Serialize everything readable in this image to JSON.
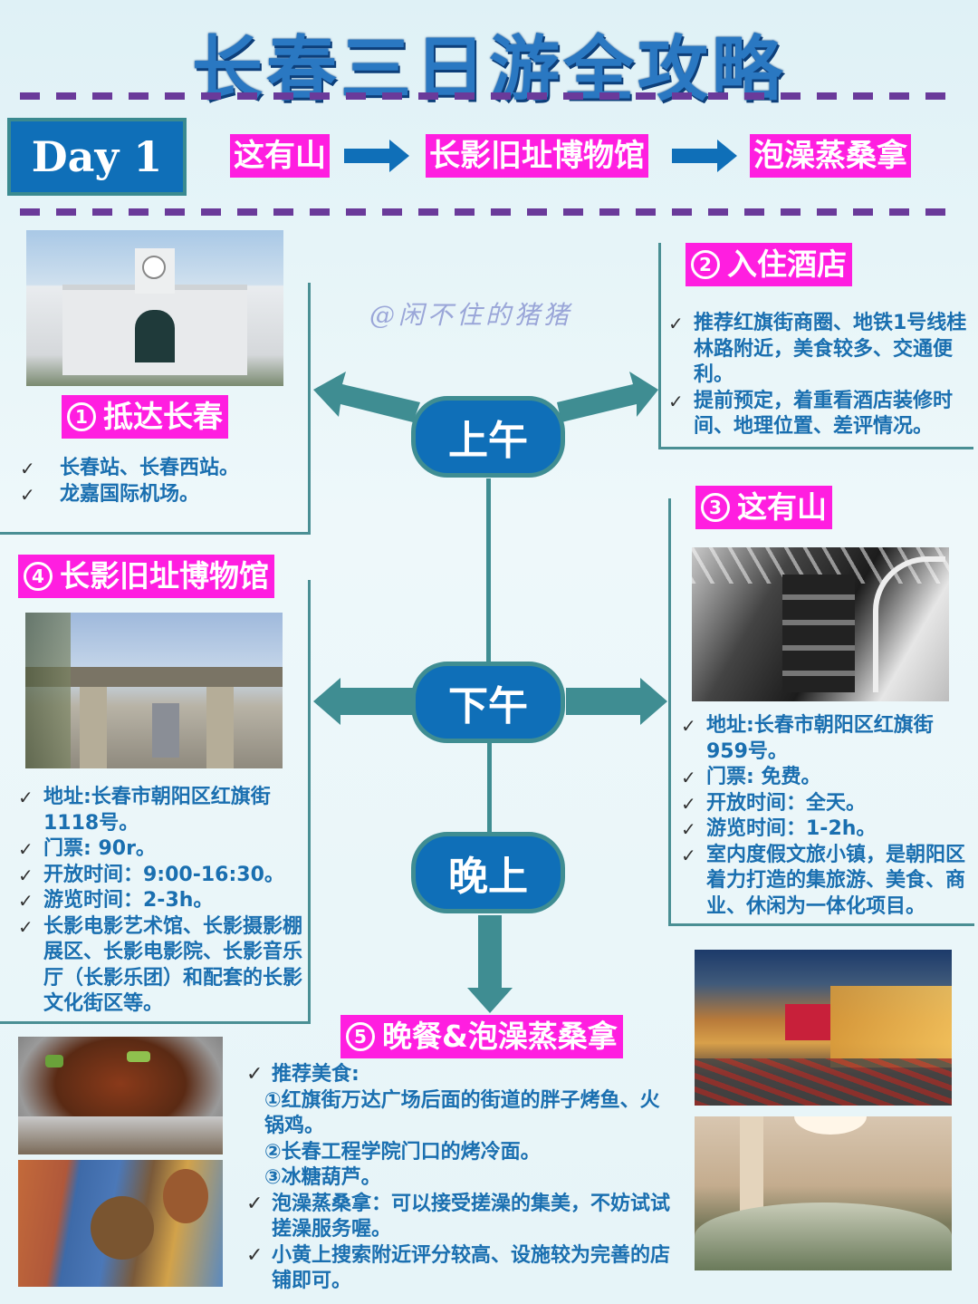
{
  "title": "长春三日游全攻略",
  "day": {
    "label": "Day 1",
    "route": [
      "这有山",
      "长影旧址博物馆",
      "泡澡蒸桑拿"
    ]
  },
  "watermark": "@闲不住的猪猪",
  "nodes": {
    "morning": "上午",
    "afternoon": "下午",
    "evening": "晚上"
  },
  "sections": {
    "arrive": {
      "num": "1",
      "title": "抵达长春",
      "photo": "changchun-railway-station-photo",
      "items": [
        "长春站、长春西站。",
        "龙嘉国际机场。"
      ]
    },
    "hotel": {
      "num": "2",
      "title": "入住酒店",
      "items": [
        "推荐红旗街商圈、地铁1号线桂林路附近，美食较多、交通便利。",
        "提前预定，着重看酒店装修时间、地理位置、差评情况。"
      ]
    },
    "zheyoushan": {
      "num": "3",
      "title": "这有山",
      "photo": "zheyoushan-interior-photo",
      "items": [
        "地址:长春市朝阳区红旗街959号。",
        "门票: 免费。",
        "开放时间：全天。",
        "游览时间：1-2h。",
        "室内度假文旅小镇，是朝阳区着力打造的集旅游、美食、商业、休闲为一体化项目。"
      ]
    },
    "museum": {
      "num": "4",
      "title": "长影旧址博物馆",
      "photo": "changying-gate-photo",
      "items": [
        "地址:长春市朝阳区红旗街1118号。",
        "门票: 90r。",
        "开放时间：9:00-16:30。",
        "游览时间：2-3h。",
        "长影电影艺术馆、长影摄影棚展区、长影电影院、长影音乐厅（长影乐团）和配套的长影文化街区等。"
      ]
    },
    "dinner": {
      "num": "5",
      "title": "晚餐&泡澡蒸桑拿",
      "food_header": "推荐美食:",
      "food_items": [
        "①红旗街万达广场后面的街道的胖子烤鱼、火锅鸡。",
        "②长春工程学院门口的烤冷面。",
        "③冰糖葫芦。"
      ],
      "items": [
        "泡澡蒸桑拿：可以接受搓澡的集美，不妨试试搓澡服务喔。",
        "小黄上搜索附近评分较高、设施较为完善的店铺即可。"
      ],
      "photos": [
        "grilled-fish-photo",
        "food-platter-photo",
        "wanda-plaza-night-photo",
        "bathhouse-pool-photo"
      ]
    }
  },
  "colors": {
    "title_blue": "#2a78c2",
    "node_blue": "#0f6fb8",
    "tag_magenta": "#ff1ee0",
    "teal": "#3f8d92",
    "dash_purple": "#6a3a9a",
    "text_blue": "#1a6fb0"
  }
}
